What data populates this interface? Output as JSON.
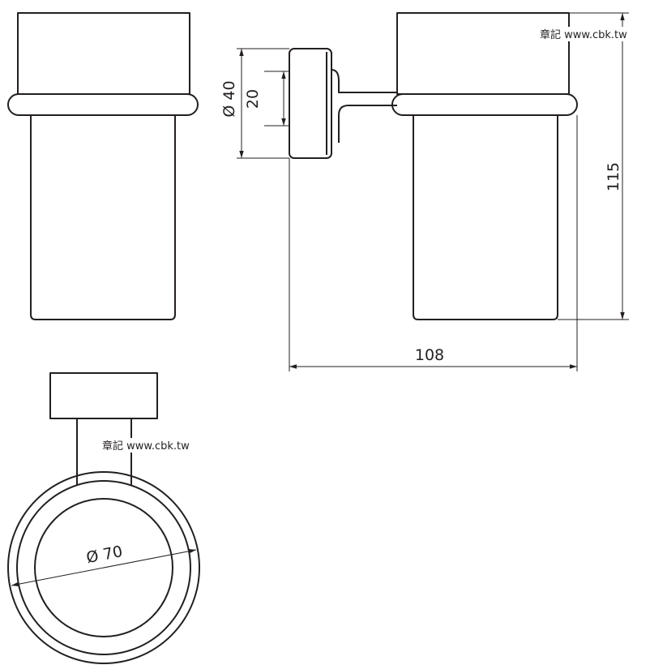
{
  "watermark": "章記 www.cbk.tw",
  "dimensions": {
    "diameter_base": "Ø 40",
    "base_inner": "20",
    "width": "108",
    "height": "115",
    "diameter_cup": "Ø 70"
  },
  "colors": {
    "line": "#231f20",
    "background": "#ffffff"
  }
}
